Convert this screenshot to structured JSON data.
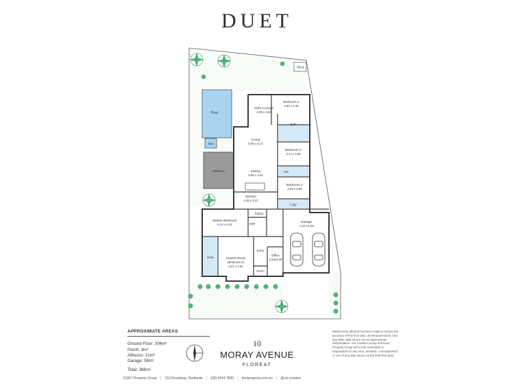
{
  "brand": "DUET",
  "rooms": {
    "shed": "Shed",
    "pool": "Pool",
    "spa": "Spa",
    "alfresco": "Alfresco",
    "kids_lounge_name": "Kid's Lounge",
    "kids_lounge_size": "4.35 x 4.84",
    "bed4_name": "Bedroom 4",
    "bed4_size": "3.60 x 3.30",
    "bath": "Bath",
    "living_name": "Living",
    "living_size": "5.95 x 5.17",
    "bed3_name": "Bedroom 3",
    "bed3_size": "3.12 x 3.05",
    "dining_name": "Dining",
    "dining_size": "5.95 x 3.34",
    "wc": "WC",
    "bed2_name": "Bedroom 2",
    "bed2_size": "3.63 x 3.68",
    "kitchen_name": "Kitchen",
    "kitchen_size": "4.48 x 3.37",
    "ldry": "L'dry",
    "pantry": "Pantry",
    "master_name": "Master Bedroom",
    "master_size": "5.24 x 4.33",
    "wir": "WIR",
    "garage_name": "Garage",
    "garage_size": "7.13 x 6.25",
    "ens": "ENS",
    "entry": "Entry",
    "guest_name": "Guest's Room",
    "guest_sub": "(Bedroom 5)",
    "guest_size": "4.01 x 4.51",
    "office_name": "Office",
    "office_size": "2.63x3.36",
    "porch": "Porch"
  },
  "areas": {
    "heading": "APPROXIMATE AREAS",
    "ground": "Ground Floor: 304m²",
    "porch": "Porch: 3m²",
    "alfresco": "Alfresco: 21m²",
    "garage": "Garage: 58m²",
    "total": "Total: 386m²"
  },
  "address": {
    "number": "10",
    "street": "MORAY AVENUE",
    "suburb": "FLOREAT"
  },
  "disclaimer": "Whilst every attempt has been made to ensure the accuracy of this floor plan, all measurements, and any other data shown are an approximate interpretation. VIS Creative Group and Duet Property Group will not be held liable or responsible for any error, omission, mis-statement or use of any data shown on the final floor plan.",
  "footer": {
    "company": "DUET Property Group",
    "address": "153 Broadway, Nedlands",
    "phone": "(08) 6244 7860",
    "website": "duetproperty.com.au",
    "credit": "@vis.creative"
  },
  "colors": {
    "wall": "#3a3a3a",
    "pool": "#a8d4f2",
    "tree": "#4cb87a",
    "lawn": "#9fd3a8",
    "alfresco": "#9a9a9a",
    "wet": "#c9e4f5"
  }
}
